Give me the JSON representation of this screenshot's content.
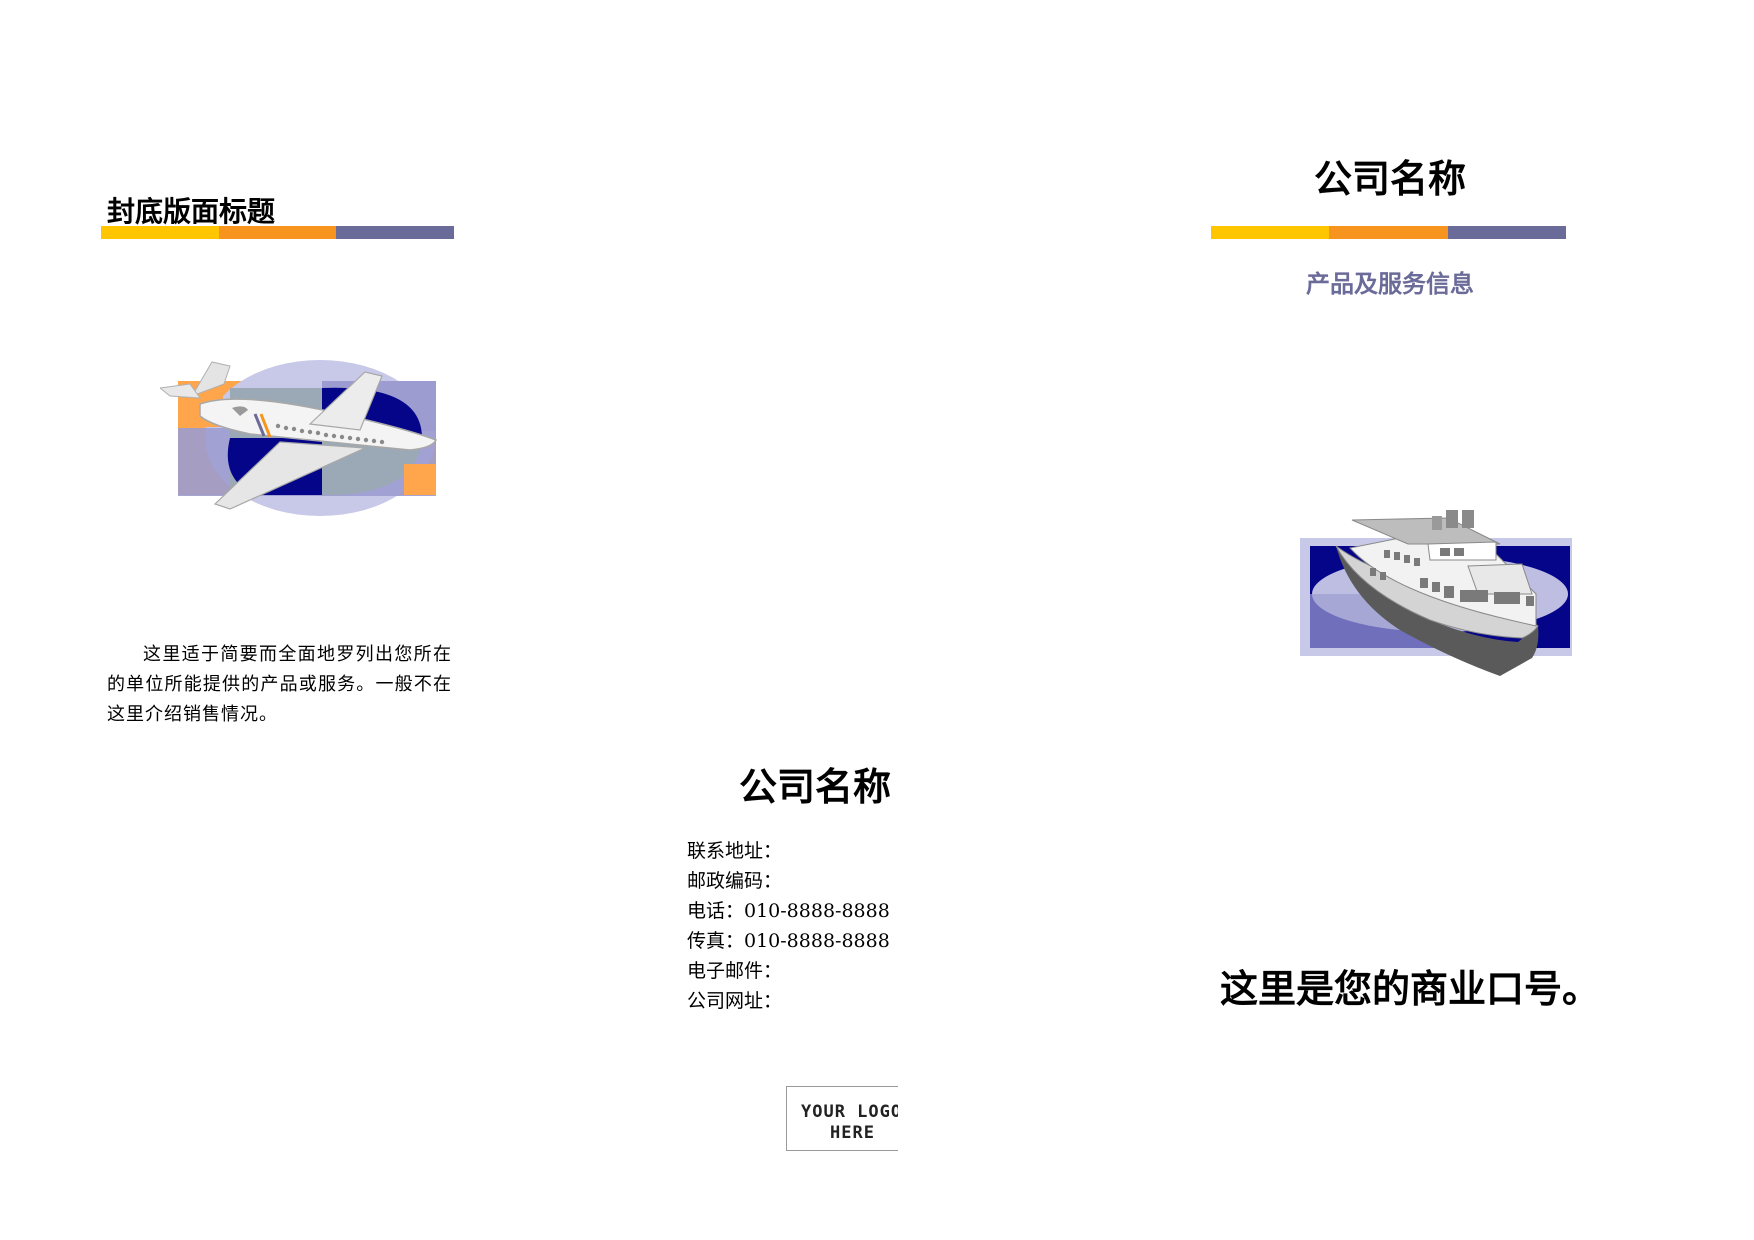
{
  "back_cover": {
    "title": "封底版面标题",
    "intro": "这里适于简要而全面地罗列出您所在的单位所能提供的产品或服务。一般不在这里介绍销售情况。",
    "illustration_icon": "airplane-icon"
  },
  "contact_panel": {
    "company_name": "公司名称",
    "address": "联系地址：",
    "postal_code": "邮政编码：",
    "phone": "电话：010-8888-8888",
    "fax": "传真：010-8888-8888",
    "email": "电子邮件：",
    "website": "公司网址：",
    "logo": {
      "line1": "YOUR LOGO",
      "line2": "HERE"
    }
  },
  "front_cover": {
    "company_name": "公司名称",
    "subtitle": "产品及服务信息",
    "illustration_icon": "ship-icon",
    "slogan": "这里是您的商业口号。"
  },
  "colors": {
    "stripe_yellow": "#FFC600",
    "stripe_orange": "#F7941D",
    "stripe_purple": "#6B6B99",
    "navy": "#05058A",
    "lavender": "#9C9CD0",
    "light_lavender": "#C8C8E8",
    "peach": "#FFA64D",
    "subtitle": "#6B6B99"
  }
}
